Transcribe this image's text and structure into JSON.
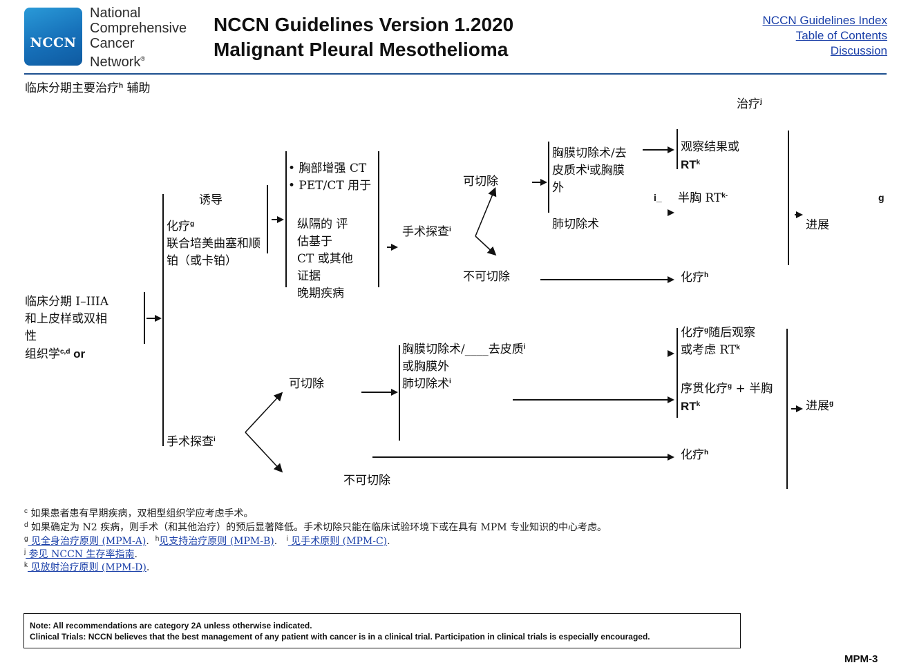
{
  "header": {
    "logo_text": "NCCN",
    "org_lines": [
      "National",
      "Comprehensive",
      "Cancer",
      "Network"
    ],
    "org_mark": "®",
    "title_line1": "NCCN Guidelines Version 1.2020",
    "title_line2": "Malignant Pleural Mesothelioma",
    "nav_links": [
      "NCCN Guidelines Index",
      "Table of Contents",
      "Discussion"
    ]
  },
  "section": {
    "heading": "临床分期主要治疗",
    "heading_sup": "h",
    "heading_tail": " 辅助",
    "adjuvant_title": "治疗",
    "adjuvant_sup": "j"
  },
  "flow": {
    "entry": {
      "l1": "临床分期 I–IIIA",
      "l2": "和上皮样或双相",
      "l3": "性",
      "l4": "组织学",
      "l4_sup": "c,d",
      "l4_tail": " or"
    },
    "induction": {
      "label": "诱导",
      "l1": "化疗",
      "l1_sup": "g",
      "l2": "联合培美曲塞和顺",
      "l3": "铂（或卡铂）"
    },
    "restaging": {
      "b1": "• 胸部增强 CT",
      "b2": "• PET/CT 用于",
      "l3": "纵隔的 评",
      "l4": "估基于",
      "l5": "CT 或其他",
      "l6": "证据",
      "l7": "晚期疾病"
    },
    "top_explore": {
      "label": "手术探查",
      "sup": "i"
    },
    "top_resectable": "可切除",
    "top_unresectable": "不可切除",
    "top_surgery": {
      "l1": "胸膜切除术/去",
      "l2": "皮质术",
      "l2_sup": "i",
      "l2_tail": "或胸膜",
      "l3": "外",
      "l4": "肺切除术"
    },
    "top_observe": {
      "l1": "观察结果或",
      "l2": "RT",
      "l2_sup": "k"
    },
    "top_hemi": {
      "pre": "i_",
      "main": "半胸 RT",
      "sup": "k-",
      "far": "g"
    },
    "top_chemo": {
      "label": "化疗",
      "sup": "h"
    },
    "top_progress": "进展",
    "bottom_explore": {
      "label": "手术探查",
      "sup": "i"
    },
    "bottom_resectable": "可切除",
    "bottom_unresectable": "不可切除",
    "bottom_surgery": {
      "l1": "胸膜切除术/____去皮质",
      "l1_sup": "i",
      "l2": "或胸膜外",
      "l3": "肺切除术",
      "l3_sup": "i"
    },
    "bottom_opt1": {
      "l1": "化疗",
      "l1_sup": "g",
      "l1_tail": "随后观察",
      "l2": "或考虑 RT",
      "l2_sup": "k"
    },
    "bottom_opt2": {
      "l1": "序贯化疗",
      "l1_sup": "g",
      "l1_tail": " + 半胸",
      "l2": "RT",
      "l2_sup": "k"
    },
    "bottom_chemo": {
      "label": "化疗",
      "sup": "h"
    },
    "bottom_progress": {
      "label": "进展",
      "sup": "g"
    }
  },
  "footnotes": {
    "c": {
      "mark": "c",
      "text": " 如果患者患有早期疾病，双相型组织学应考虑手术。"
    },
    "d": {
      "mark": "d",
      "text": " 如果确定为 N2 疾病，则手术（和其他治疗）的预后显著降低。手术切除只能在临床试验环境下或在具有 MPM 专业知识的中心考虑。"
    },
    "g": {
      "mark": "g",
      "link": " 见全身治疗原则 (MPM-A)",
      "tail": "."
    },
    "h": {
      "mark": "h",
      "link": "见支持治疗原则 (MPM-B)",
      "tail": "."
    },
    "i": {
      "mark": "i",
      "link": " 见手术原则 (MPM-C)",
      "tail": "."
    },
    "j": {
      "mark": "j",
      "link": " 参见 NCCN 生存率指南",
      "tail": "."
    },
    "k": {
      "mark": "k",
      "link": " 见放射治疗原则 (MPM-D)",
      "tail": "."
    }
  },
  "note": {
    "line1": "Note: All recommendations are category 2A unless otherwise indicated.",
    "line2": "Clinical Trials: NCCN believes that the best management of any patient with cancer is in a clinical trial. Participation in clinical trials is especially  encouraged."
  },
  "page_code": "MPM-3"
}
